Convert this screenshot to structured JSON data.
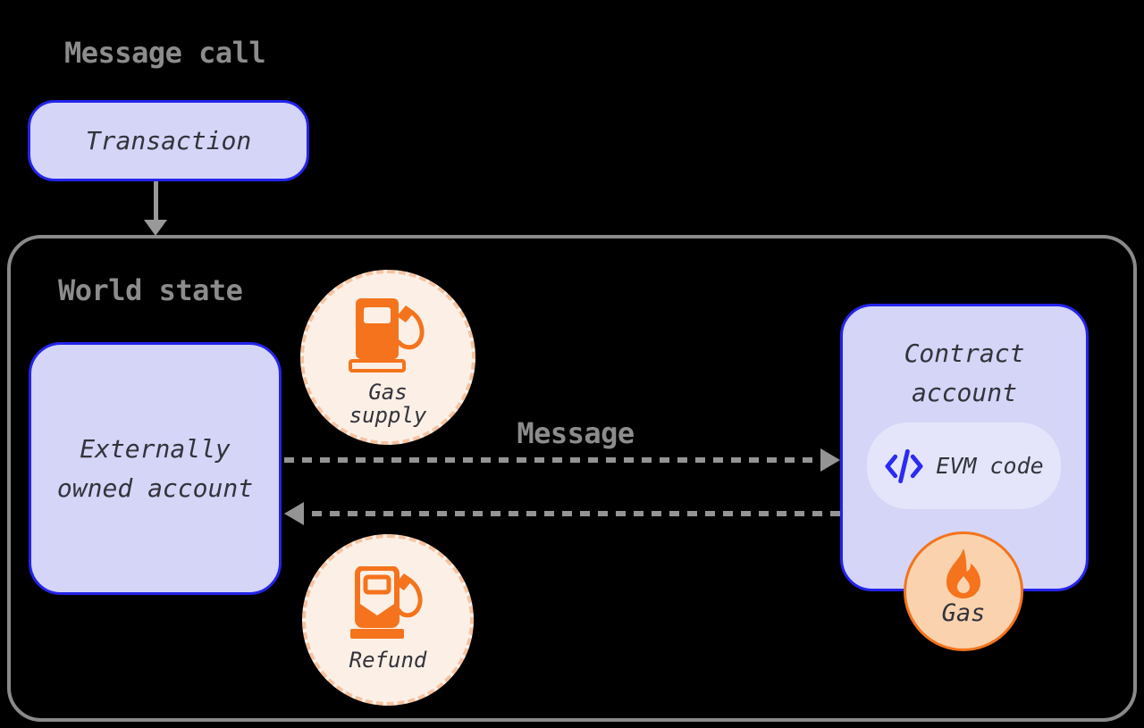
{
  "title": "Message call",
  "colors": {
    "background": "#000000",
    "node_fill": "#D4D5F7",
    "node_border": "#2424EB",
    "pill_fill": "#E4E5FA",
    "code_icon_blue": "#2B2BF1",
    "orange": "#F4731C",
    "gas_circle_fill": "#FAD3AE",
    "badge_cream": "#FCF0E6",
    "badge_dash": "#F5C2A0",
    "label_gray": "#8C8C8C",
    "arrow_gray": "#949494",
    "dark_text": "#33333B"
  },
  "transaction": {
    "label": "Transaction"
  },
  "world_state": {
    "label": "World state",
    "eoa": {
      "line1": "Externally",
      "line2": "owned account"
    },
    "gas_supply": {
      "line1": "Gas",
      "line2": "supply",
      "icon": "fuel-pump-icon"
    },
    "message": {
      "label": "Message",
      "direction": "right"
    },
    "return_arrow": {
      "direction": "left"
    },
    "contract": {
      "line1": "Contract",
      "line2": "account"
    },
    "evm": {
      "label": "EVM code",
      "icon": "code-icon"
    },
    "gas": {
      "label": "Gas",
      "icon": "flame-icon"
    },
    "refund": {
      "label": "Refund",
      "icon": "fuel-pump-refund-icon"
    }
  }
}
